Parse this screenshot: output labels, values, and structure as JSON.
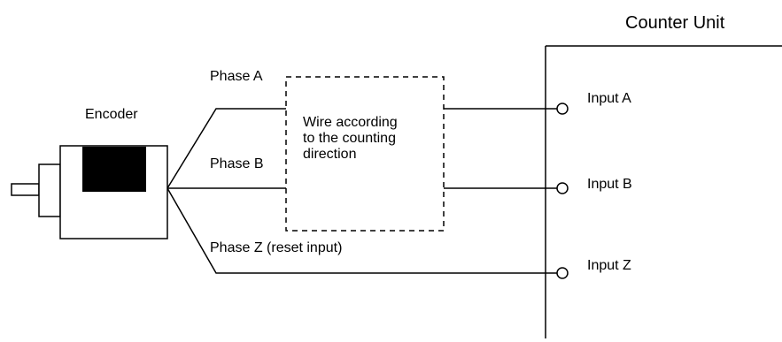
{
  "counter_unit": {
    "title": "Counter Unit"
  },
  "encoder": {
    "label": "Encoder"
  },
  "phases": {
    "a": "Phase A",
    "b": "Phase B",
    "z": "Phase Z (reset input)"
  },
  "wiring_box": {
    "line1": "Wire according",
    "line2": "to the counting",
    "line3": "direction"
  },
  "inputs": {
    "a": "Input A",
    "b": "Input B",
    "z": "Input Z"
  }
}
